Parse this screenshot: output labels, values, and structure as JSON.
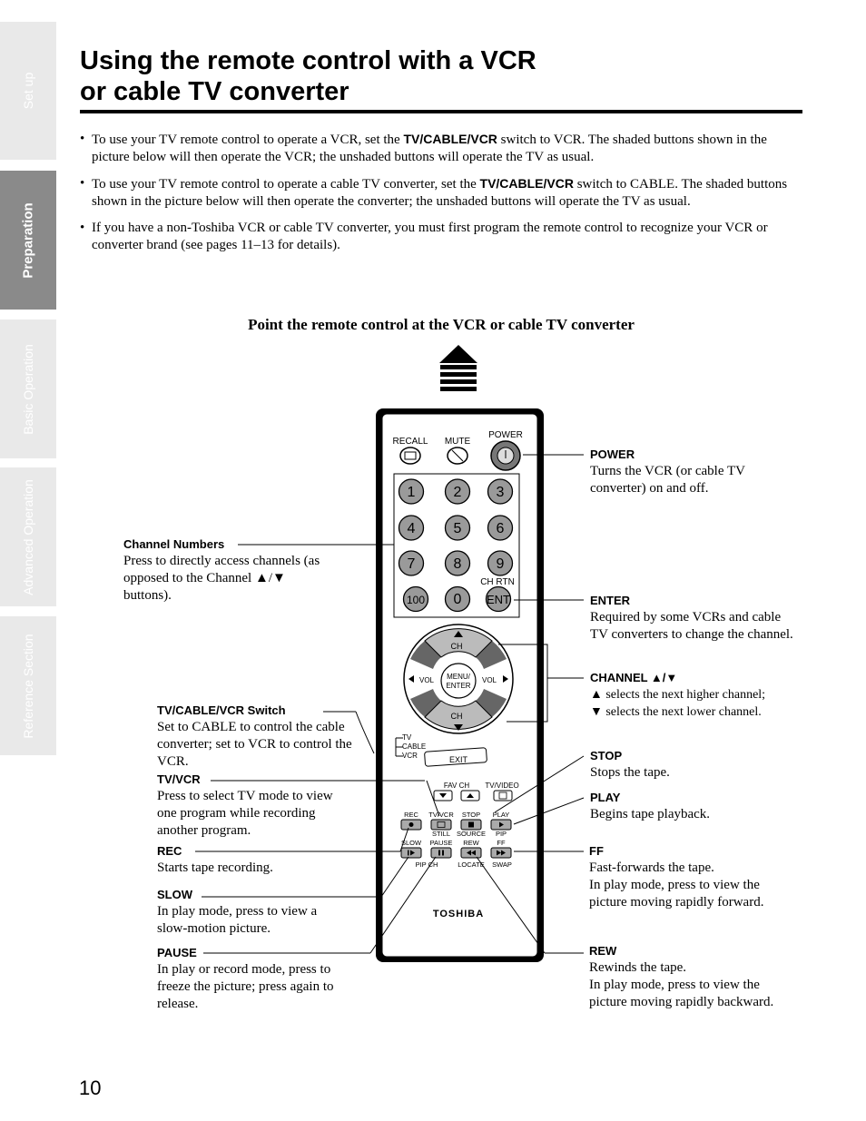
{
  "sidebar": {
    "tabs": [
      {
        "label": "Set up"
      },
      {
        "label": "Preparation"
      },
      {
        "label": "Basic Operation"
      },
      {
        "label": "Advanced Operation"
      },
      {
        "label": "Reference Section"
      }
    ]
  },
  "title": {
    "line1": "Using the remote control with a VCR",
    "line2": "or cable TV converter"
  },
  "bullets": [
    {
      "pre": "To use your TV remote control to operate a VCR, set the ",
      "switch": "TV/CABLE/VCR",
      "post": " switch to VCR. The shaded buttons shown in the picture below will then operate the VCR; the unshaded buttons will operate the TV as usual."
    },
    {
      "pre": "To use your TV remote control to operate a cable TV converter, set the ",
      "switch": "TV/CABLE/VCR",
      "post": " switch to CABLE. The shaded buttons shown in the picture below will then operate the converter; the unshaded buttons will operate the TV as usual."
    },
    {
      "pre": "If you have a non-Toshiba VCR or cable TV converter, you must first program the remote control to recognize your VCR or converter brand (see pages 11–13 for details).",
      "switch": "",
      "post": ""
    }
  ],
  "subheading": "Point the remote control at the VCR or cable TV converter",
  "remote": {
    "recall": "RECALL",
    "mute": "MUTE",
    "power": "POWER",
    "digits": [
      "1",
      "2",
      "3",
      "4",
      "5",
      "6",
      "7",
      "8",
      "9"
    ],
    "hundred": "100",
    "zero": "0",
    "ent": "ENT",
    "ch_rtn": "CH RTN",
    "ch": "CH",
    "vol": "VOL",
    "menu_enter_1": "MENU/",
    "menu_enter_2": "ENTER",
    "switch_tv": "TV",
    "switch_cable": "CABLE",
    "switch_vcr": "VCR",
    "exit": "EXIT",
    "fav_ch": "FAV CH",
    "tv_video": "TV/VIDEO",
    "rec": "REC",
    "tv_vcr": "TV/VCR",
    "stop": "STOP",
    "play": "PLAY",
    "still": "STILL",
    "source": "SOURCE",
    "pip": "PIP",
    "slow": "SLOW",
    "pause": "PAUSE",
    "rew": "REW",
    "ff": "FF",
    "pip_ch": "PIP CH",
    "locate": "LOCATE",
    "swap": "SWAP",
    "brand": "TOSHIBA"
  },
  "callouts": {
    "channel_numbers": {
      "heading": "Channel Numbers",
      "body": "Press to directly access channels (as opposed to the Channel ▲/▼ buttons)."
    },
    "tv_cable_vcr": {
      "heading": "TV/CABLE/VCR Switch",
      "body": "Set to CABLE to control the cable converter; set to VCR to control the VCR."
    },
    "tv_vcr": {
      "heading": "TV/VCR",
      "body": "Press to select TV mode to view one program while recording another program."
    },
    "rec": {
      "heading": "REC",
      "body": "Starts tape recording."
    },
    "slow": {
      "heading": "SLOW",
      "body": "In play mode, press to view a slow-motion picture."
    },
    "pause": {
      "heading": "PAUSE",
      "body": "In play or record mode, press to freeze the picture; press again to release."
    },
    "power": {
      "heading": "POWER",
      "body": "Turns the VCR (or cable TV converter) on and off."
    },
    "enter": {
      "heading": "ENTER",
      "body": "Required by some VCRs and cable TV converters to change the channel."
    },
    "channel": {
      "heading": "CHANNEL ▲/▼",
      "line1": "▲ selects the next higher channel;",
      "line2": "▼ selects the next lower channel."
    },
    "stop": {
      "heading": "STOP",
      "body": "Stops the tape."
    },
    "play": {
      "heading": "PLAY",
      "body": "Begins tape playback."
    },
    "ff": {
      "heading": "FF",
      "line1": "Fast-forwards the tape.",
      "line2": "In play mode, press to view the picture moving rapidly forward."
    },
    "rew": {
      "heading": "REW",
      "line1": "Rewinds the tape.",
      "line2": "In play mode, press to view the picture moving rapidly backward."
    }
  },
  "page_number": "10"
}
